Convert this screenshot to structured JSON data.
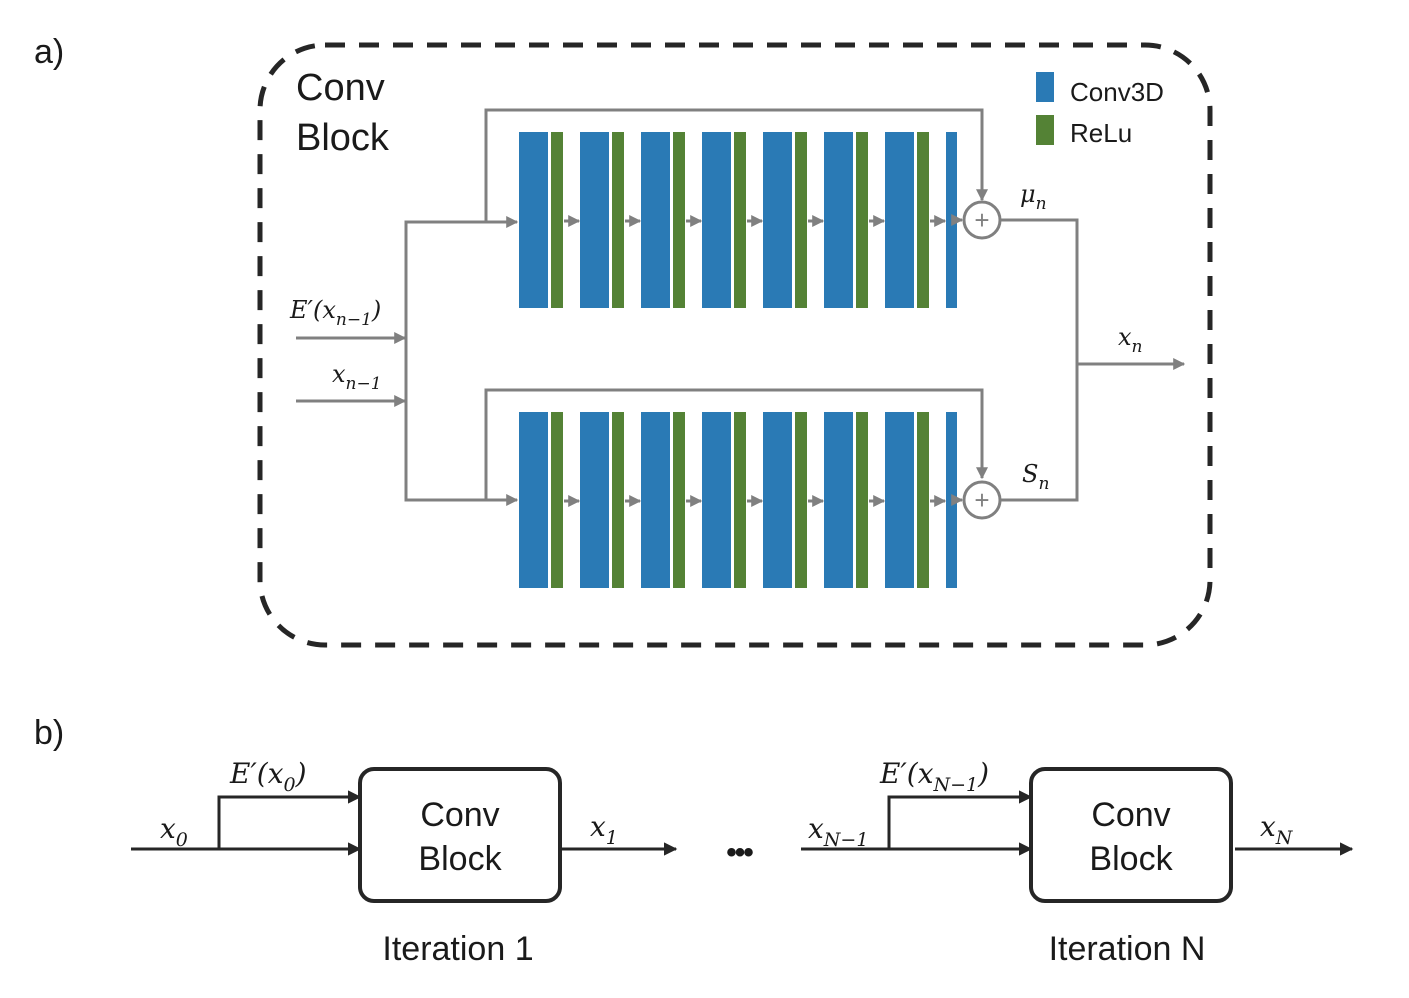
{
  "panel_a": {
    "label": "a)",
    "title_line1": "Conv",
    "title_line2": "Block",
    "legend": [
      {
        "label": "Conv3D",
        "color": "#2A7AB5"
      },
      {
        "label": "ReLu",
        "color": "#548235"
      }
    ],
    "inputs": {
      "gradient": {
        "base": "E′(x",
        "sub": "n−1",
        "close": ")"
      },
      "previous": {
        "base": "x",
        "sub": "n−1"
      }
    },
    "branches": [
      {
        "name": "mu",
        "output": {
          "base": "μ",
          "sub": "n"
        },
        "layers": [
          "Conv3D",
          "ReLu",
          "Conv3D",
          "ReLu",
          "Conv3D",
          "ReLu",
          "Conv3D",
          "ReLu",
          "Conv3D",
          "ReLu",
          "Conv3D",
          "ReLu",
          "Conv3D",
          "ReLu",
          "Conv3D"
        ]
      },
      {
        "name": "s",
        "output": {
          "base": "S",
          "sub": "n"
        },
        "layers": [
          "Conv3D",
          "ReLu",
          "Conv3D",
          "ReLu",
          "Conv3D",
          "ReLu",
          "Conv3D",
          "ReLu",
          "Conv3D",
          "ReLu",
          "Conv3D",
          "ReLu",
          "Conv3D",
          "ReLu",
          "Conv3D"
        ]
      }
    ],
    "sum_symbol": "+",
    "output": {
      "base": "x",
      "sub": "n"
    },
    "colors": {
      "conv": "#2A7AB5",
      "relu": "#548235",
      "line": "#808080",
      "border": "#262626"
    }
  },
  "panel_b": {
    "label": "b)",
    "ellipsis": "•••",
    "iterations": [
      {
        "input": {
          "base": "x",
          "sub": "0"
        },
        "gradient": {
          "base": "E′(x",
          "sub": "0",
          "close": ")"
        },
        "block_line1": "Conv",
        "block_line2": "Block",
        "output": {
          "base": "x",
          "sub": "1"
        },
        "caption": "Iteration 1"
      },
      {
        "input": {
          "base": "x",
          "sub": "N−1"
        },
        "gradient": {
          "base": "E′(x",
          "sub": "N−1",
          "close": ")"
        },
        "block_line1": "Conv",
        "block_line2": "Block",
        "output": {
          "base": "x",
          "sub": "N"
        },
        "caption": "Iteration N"
      }
    ]
  }
}
